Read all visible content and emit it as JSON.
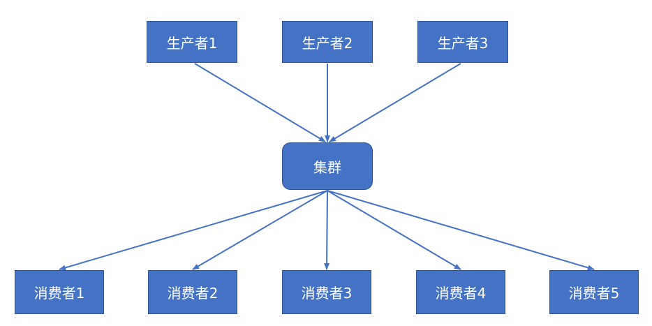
{
  "producers": [
    {
      "label": "生产者1"
    },
    {
      "label": "生产者2"
    },
    {
      "label": "生产者3"
    }
  ],
  "cluster": {
    "label": "集群"
  },
  "consumers": [
    {
      "label": "消费者1"
    },
    {
      "label": "消费者2"
    },
    {
      "label": "消费者3"
    },
    {
      "label": "消费者4"
    },
    {
      "label": "消费者5"
    }
  ],
  "colors": {
    "node_fill": "#4472C4",
    "node_border": "#2F528F",
    "edge": "#4472C4",
    "text": "#ffffff",
    "background": "#ffffff"
  }
}
